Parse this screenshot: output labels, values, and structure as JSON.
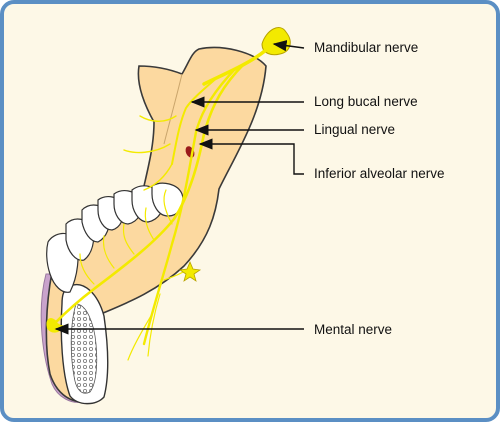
{
  "labels": {
    "mandibular": "Mandibular nerve",
    "long_bucal": "Long bucal nerve",
    "lingual": "Lingual nerve",
    "inferior_alveolar": "Inferior alveolar nerve",
    "mental": "Mental nerve"
  },
  "colors": {
    "border": "#5b8fc4",
    "background": "#fdf8e7",
    "bone": "#fcd9a0",
    "nerve": "#f3ea00",
    "nerve_dark": "#b7a300",
    "tooth": "#ffffff",
    "gum": "#c9a3cc",
    "vessel": "#9b1b1b"
  }
}
